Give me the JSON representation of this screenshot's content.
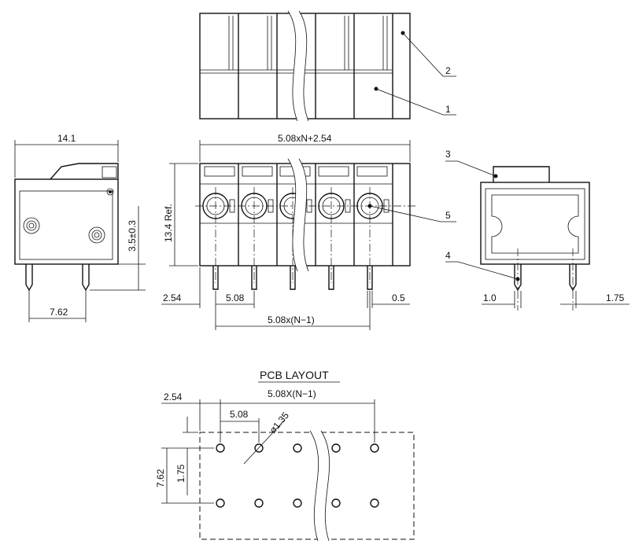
{
  "callouts": [
    "1",
    "2",
    "3",
    "4",
    "5"
  ],
  "side_view_left": {
    "width": "14.1",
    "pin_height": "3.5±0.3",
    "pin_pitch": "7.62"
  },
  "front_view": {
    "overall_width": "5.08xN+2.54",
    "height": "13.4 Ref.",
    "edge_offset": "2.54",
    "pitch": "5.08",
    "pin_span": "5.08x(N−1)",
    "pin_width": "0.5"
  },
  "side_view_right": {
    "left_pin_dim": "1.0",
    "right_pin_dim": "1.75"
  },
  "pcb_layout": {
    "title": "PCB LAYOUT",
    "edge_offset": "2.54",
    "pin_span": "5.08X(N−1)",
    "pitch": "5.08",
    "hole_diameter": "ø1.35",
    "row_spacing": "7.62",
    "row_offset": "1.75"
  }
}
